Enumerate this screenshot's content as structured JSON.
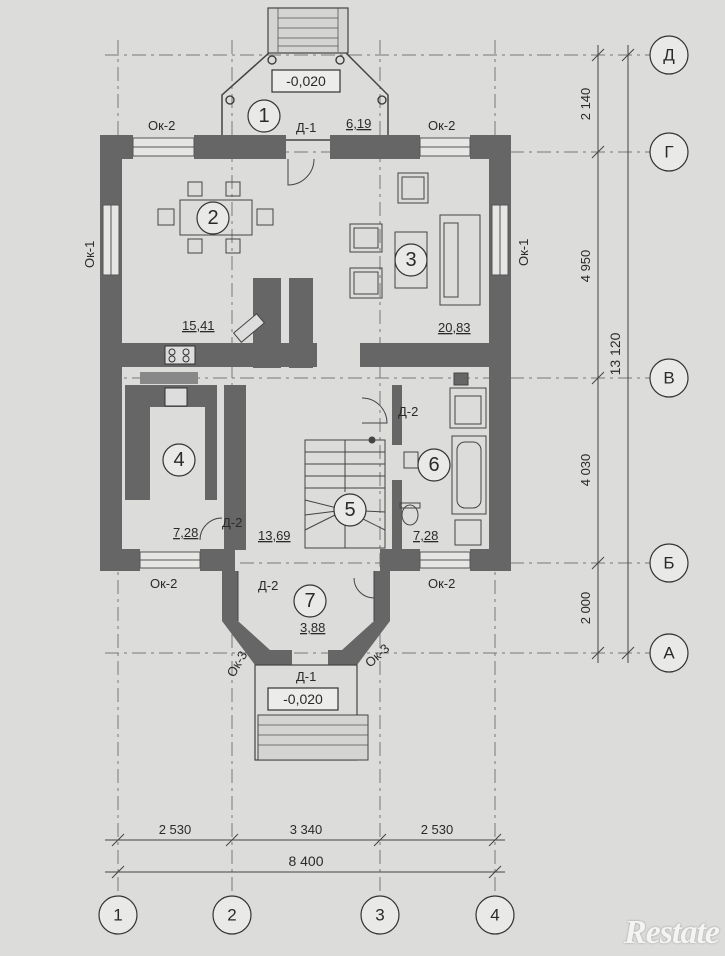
{
  "axes": {
    "vertical": [
      "1",
      "2",
      "3",
      "4"
    ],
    "horizontal": [
      "Д",
      "Г",
      "В",
      "Б",
      "А"
    ]
  },
  "dimensions": {
    "right": [
      "2 140",
      "4 950",
      "4 030",
      "2 000"
    ],
    "right_total": "13 120",
    "bottom": [
      "2 530",
      "3 340",
      "2 530"
    ],
    "bottom_total": "8 400"
  },
  "rooms": [
    {
      "num": "1",
      "area": "6,19"
    },
    {
      "num": "2",
      "area": "15,41"
    },
    {
      "num": "3",
      "area": "20,83"
    },
    {
      "num": "4",
      "area": "7,28"
    },
    {
      "num": "5",
      "area": "13,69"
    },
    {
      "num": "6",
      "area": "7,28"
    },
    {
      "num": "7",
      "area": "3,88"
    }
  ],
  "openings": {
    "ok1": "Ок-1",
    "ok2": "Ок-2",
    "ok3": "Ок-3",
    "d1": "Д-1",
    "d2": "Д-2"
  },
  "elevations": {
    "top": "-0,020",
    "bottom": "-0,020"
  },
  "watermark": "Restate"
}
